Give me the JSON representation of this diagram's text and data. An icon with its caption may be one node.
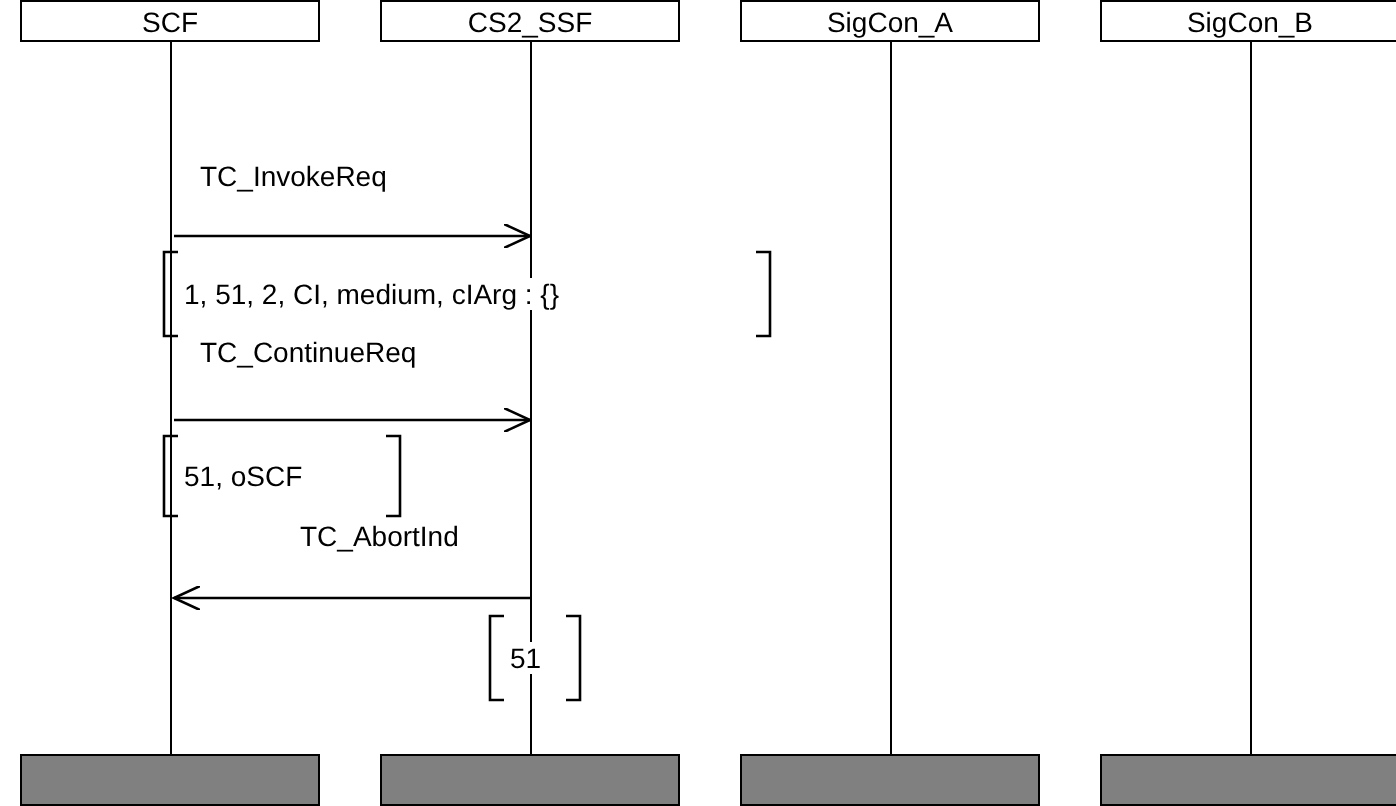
{
  "diagram": {
    "nodes": [
      {
        "text": [
          "SCF"
        ]
      },
      {
        "text": [
          "CS2_SSF"
        ]
      },
      {
        "text": [
          "SigCon_A"
        ]
      },
      {
        "text": [
          "SigCon_B"
        ]
      },
      {
        "text": [],
        "shape": "line"
      },
      {
        "text": [],
        "shape": "line"
      },
      {
        "text": [],
        "shape": "line"
      },
      {
        "text": [],
        "shape": "line"
      },
      {
        "text": [],
        "shape": "bar"
      },
      {
        "text": [],
        "shape": "bar"
      },
      {
        "text": [],
        "shape": "bar"
      },
      {
        "text": [],
        "shape": "bar"
      }
    ],
    "edges": [
      {
        "from": 4,
        "to": 5,
        "arrow": "to",
        "label": "TC_InvokeReq"
      },
      {
        "from": 4,
        "to": 5,
        "arrow": "to",
        "label": "TC_ContinueReq"
      },
      {
        "from": 5,
        "to": 4,
        "arrow": "to",
        "label": "TC_AbortInd"
      }
    ],
    "labels": [
      "1, 51, 2, CI, medium, cIArg : {}",
      "51, oSCF",
      "51"
    ]
  }
}
